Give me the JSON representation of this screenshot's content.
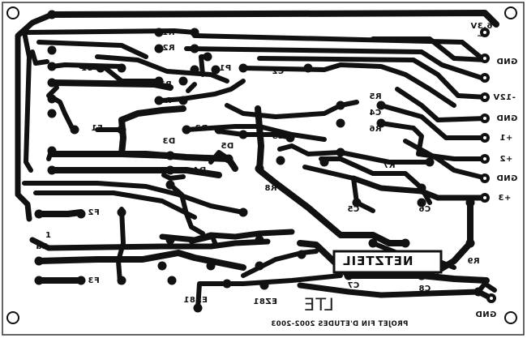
{
  "board": {
    "title": "NETZTEIL",
    "logo_text": "LTE",
    "footer": "PROJET FIN D'ETUDES 2002-2003",
    "colors": {
      "copper": "#111111",
      "substrate": "#ffffff",
      "border": "#333333"
    }
  },
  "components": {
    "r1": "R1",
    "r2": "R2",
    "r3": "R3",
    "r4": "R4",
    "r5": "R5",
    "r6": "R6",
    "r7": "R7",
    "r8": "R8",
    "r9": "R9",
    "c1": "C1",
    "c2": "C2",
    "c3": "C3",
    "c4": "C4",
    "c5": "C5",
    "c6": "C6",
    "c7": "C7",
    "c8": "C8",
    "d2": "D2",
    "d3": "D3",
    "d4": "D4",
    "d5": "D5",
    "p1": "P1",
    "f1": "F1",
    "f2": "F2",
    "f3": "F3",
    "ez1": "EZ81",
    "ez2": "EZ81",
    "j1": "1",
    "j2a": "2a"
  },
  "connector": {
    "v63": "6,3V",
    "tilde": "~",
    "gnd1": "GND",
    "m12": "-12V",
    "gnd2": "GND",
    "p1": "+1",
    "p2": "+2",
    "gnd3": "GND",
    "p3": "+3",
    "gnd4": "GND"
  }
}
